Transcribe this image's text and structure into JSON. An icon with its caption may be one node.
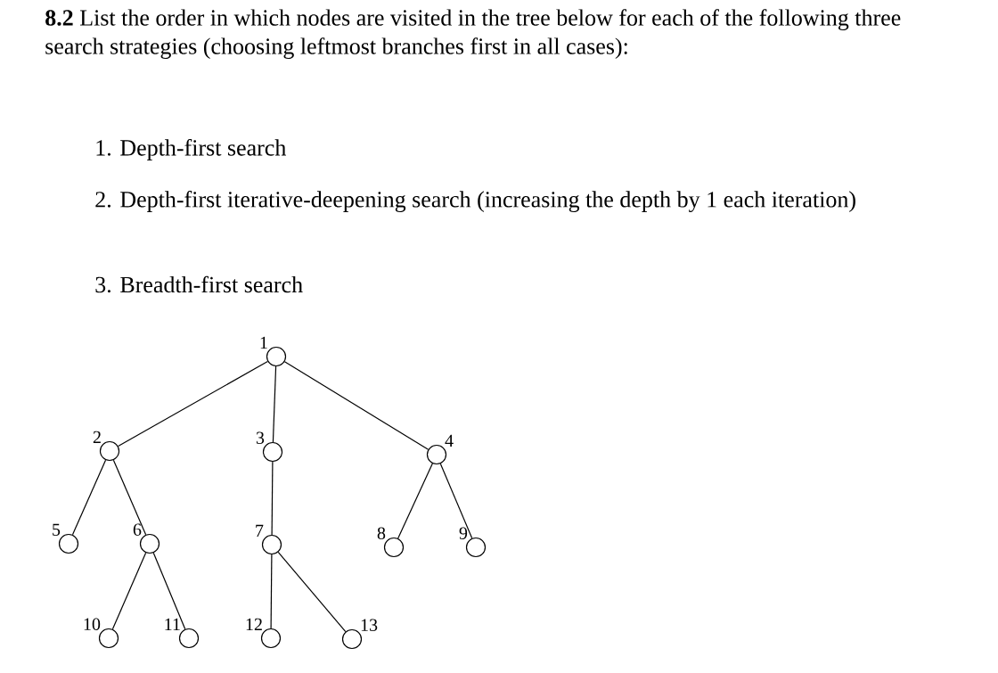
{
  "diagram": {
    "title": "**8.2** List the order in which nodes are visited in the tree below for each of the following three search strategies (choosing leftmost branches first in all cases):",
    "nodes": [
      {
        "text": [],
        "shape": "circle",
        "beside": [
          "1"
        ]
      },
      {
        "text": [],
        "shape": "circle",
        "beside": [
          "2"
        ]
      },
      {
        "text": [],
        "shape": "circle",
        "beside": [
          "3"
        ]
      },
      {
        "text": [],
        "shape": "circle",
        "beside": [
          "4"
        ]
      },
      {
        "text": [],
        "shape": "circle",
        "beside": [
          "5"
        ]
      },
      {
        "text": [],
        "shape": "circle",
        "beside": [
          "6"
        ]
      },
      {
        "text": [],
        "shape": "circle",
        "beside": [
          "7"
        ]
      },
      {
        "text": [],
        "shape": "circle",
        "beside": [
          "8"
        ]
      },
      {
        "text": [],
        "shape": "circle",
        "beside": [
          "9"
        ]
      },
      {
        "text": [],
        "shape": "circle",
        "beside": [
          "10"
        ]
      },
      {
        "text": [],
        "shape": "circle",
        "beside": [
          "11"
        ]
      },
      {
        "text": [],
        "shape": "circle",
        "beside": [
          "12"
        ]
      },
      {
        "text": [],
        "shape": "circle",
        "beside": [
          "13"
        ]
      }
    ],
    "edges": [
      {
        "from": 0,
        "to": 1,
        "arrow": "none"
      },
      {
        "from": 0,
        "to": 2,
        "arrow": "none"
      },
      {
        "from": 0,
        "to": 3,
        "arrow": "none"
      },
      {
        "from": 1,
        "to": 4,
        "arrow": "none"
      },
      {
        "from": 1,
        "to": 5,
        "arrow": "none"
      },
      {
        "from": 2,
        "to": 6,
        "arrow": "none"
      },
      {
        "from": 3,
        "to": 7,
        "arrow": "none"
      },
      {
        "from": 3,
        "to": 8,
        "arrow": "none"
      },
      {
        "from": 5,
        "to": 9,
        "arrow": "none"
      },
      {
        "from": 5,
        "to": 10,
        "arrow": "none"
      },
      {
        "from": 6,
        "to": 11,
        "arrow": "none"
      },
      {
        "from": 6,
        "to": 12,
        "arrow": "none"
      }
    ],
    "labels": [
      "1. Depth-first search",
      "2. Depth-first iterative-deepening search (increasing the depth by 1 each iteration)",
      "3. Breadth-first search"
    ]
  }
}
